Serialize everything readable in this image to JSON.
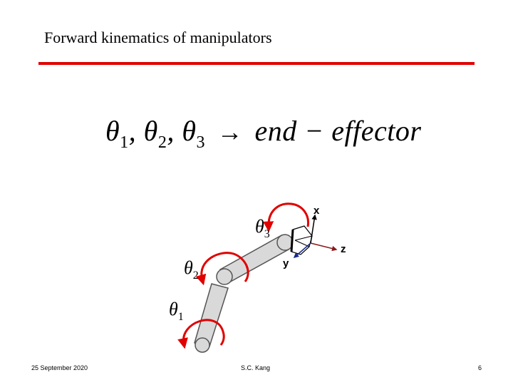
{
  "slide": {
    "title": "Forward kinematics of manipulators",
    "formula": {
      "theta_symbol": "θ",
      "sub1": "1",
      "sub2": "2",
      "sub3": "3",
      "sep": ",",
      "arrow": "→",
      "rhs": "end − effector"
    },
    "diagram": {
      "joint_labels": [
        {
          "symbol": "θ",
          "sub": "1"
        },
        {
          "symbol": "θ",
          "sub": "2"
        },
        {
          "symbol": "θ",
          "sub": "3"
        }
      ],
      "axis_labels": {
        "x": "x",
        "y": "y",
        "z": "z"
      },
      "colors": {
        "rotation_arrow": "#e00000",
        "link_fill": "#d9d9d9",
        "link_stroke": "#555555",
        "z_axis": "#8b1a1a",
        "y_axis": "#1a2a8b",
        "title_rule": "#e00000"
      }
    },
    "footer": {
      "date": "25 September 2020",
      "author": "S.C. Kang",
      "page": "6"
    }
  }
}
